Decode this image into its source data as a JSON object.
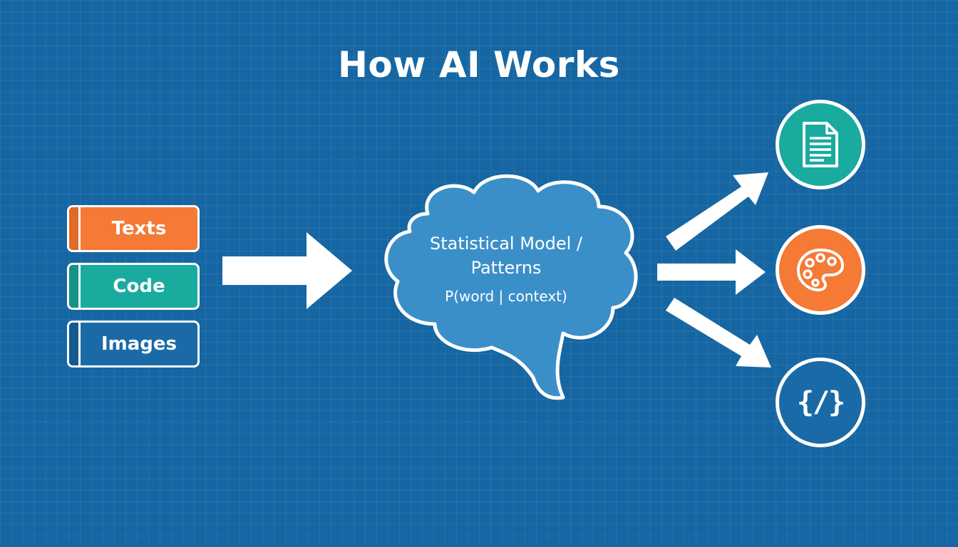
{
  "title": "How AI Works",
  "inputs": [
    {
      "label": "Texts",
      "color": "#f47a36",
      "spine_color": "#e06a28"
    },
    {
      "label": "Code",
      "color": "#1aab9f",
      "spine_color": "#159388"
    },
    {
      "label": "Images",
      "color": "#1a6aa8",
      "spine_color": "#14598f"
    }
  ],
  "model": {
    "line1": "Statistical Model /",
    "line2": "Patterns",
    "formula": "P(word | context)",
    "color": "#3b8fc9"
  },
  "outputs": [
    {
      "icon": "document-icon",
      "color": "#1aab9f"
    },
    {
      "icon": "palette-icon",
      "color": "#f47a36"
    },
    {
      "icon": "code-brackets-icon",
      "glyph": "{/}",
      "color": "#1a6aa8"
    }
  ],
  "colors": {
    "background": "#1666a3",
    "arrow": "#ffffff"
  }
}
